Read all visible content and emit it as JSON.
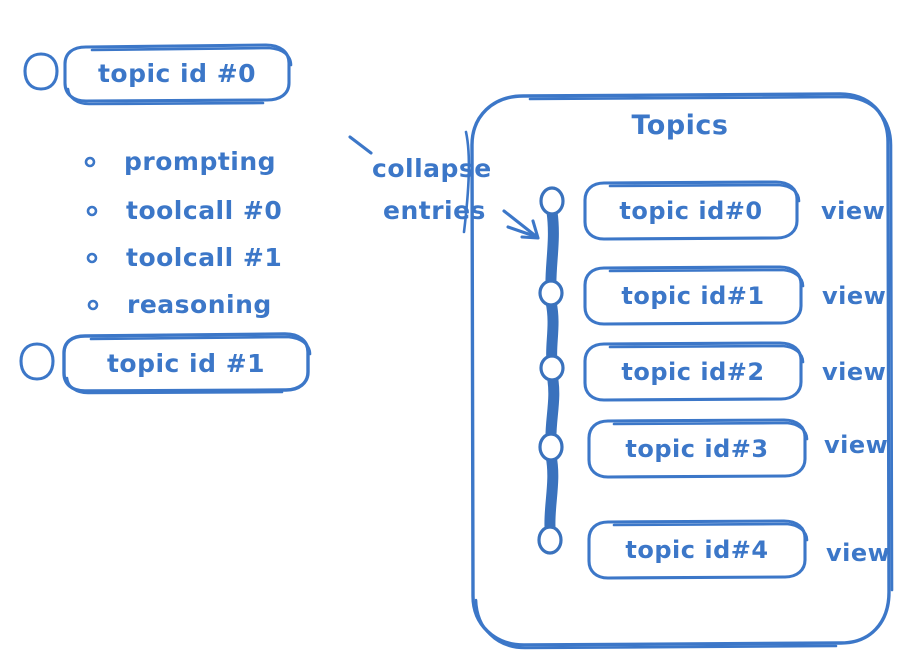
{
  "meta": {
    "accent_color": "#3c77c8",
    "track_color": "#3a72bd",
    "background_color": "#ffffff",
    "style": "hand-drawn sketch wireframe"
  },
  "left_panel": {
    "topics": [
      {
        "toggle": "radio-circle-empty",
        "label": "topic id #0",
        "expanded": true,
        "entries": [
          {
            "bullet": "ring-bullet",
            "label": "prompting"
          },
          {
            "bullet": "ring-bullet",
            "label": "toolcall #0"
          },
          {
            "bullet": "ring-bullet",
            "label": "toolcall #1"
          },
          {
            "bullet": "ring-bullet",
            "label": "reasoning"
          }
        ]
      },
      {
        "toggle": "radio-circle-empty",
        "label": "topic id #1",
        "expanded": false,
        "entries": []
      }
    ]
  },
  "annotation": {
    "line1": "collapse",
    "line2": "entries",
    "tick": "tick-mark",
    "arrow": "double-chevron-arrow-down-right"
  },
  "right_panel": {
    "title": "Topics",
    "scrollbar": {
      "name": "beaded-timeline-scrollbar",
      "node_count": 5
    },
    "rows": [
      {
        "label": "topic id#0",
        "action": "view"
      },
      {
        "label": "topic id#1",
        "action": "view"
      },
      {
        "label": "topic id#2",
        "action": "view"
      },
      {
        "label": "topic id#3",
        "action": "view"
      },
      {
        "label": "topic id#4",
        "action": "view"
      }
    ]
  }
}
